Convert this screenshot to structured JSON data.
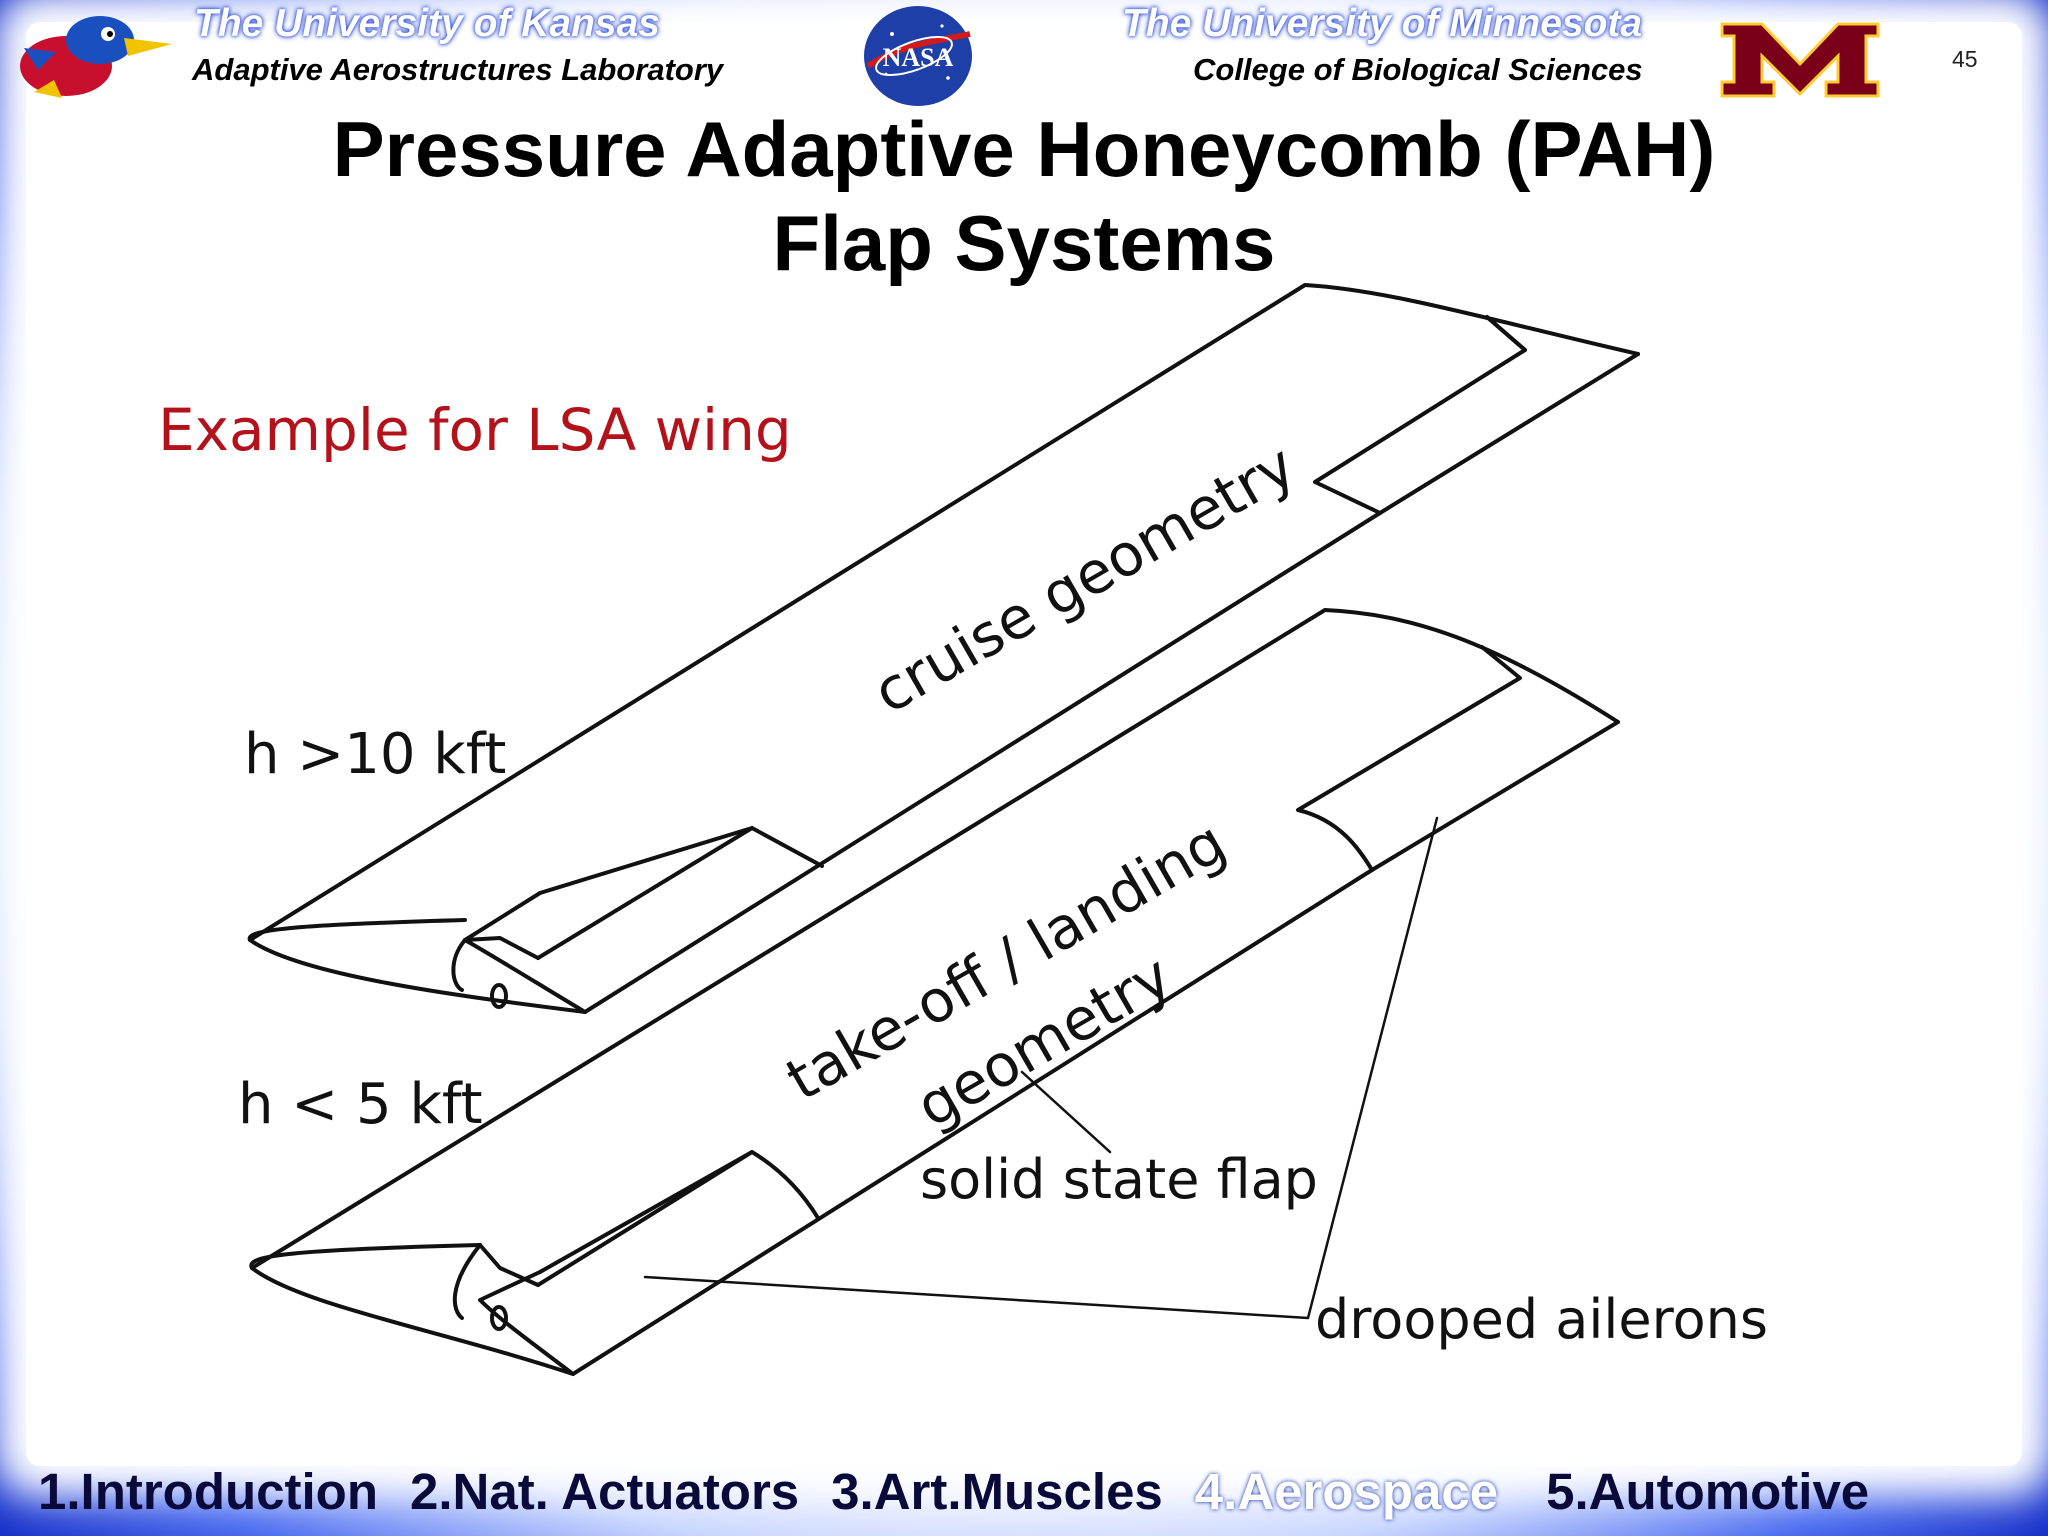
{
  "header": {
    "left_title": "The University of Kansas",
    "left_subtitle": "Adaptive Aerostructures Laboratory",
    "right_title": "The University of Minnesota",
    "right_subtitle": "College of Biological Sciences",
    "center_logo_text": "NASA",
    "slide_number": "45"
  },
  "title": {
    "line1": "Pressure Adaptive Honeycomb (PAH)",
    "line2": "Flap Systems"
  },
  "subtitle": "Example for LSA wing",
  "labels": {
    "cruise": "cruise geometry",
    "takeoff_line1": "take-off / landing",
    "takeoff_line2": "geometry",
    "high_alt": "h >10 kft",
    "low_alt": "h < 5 kft",
    "solid_flap": "solid state flap",
    "drooped": "drooped ailerons"
  },
  "colors": {
    "frame": "#1c3fd0",
    "subtitle": "#b3121a",
    "minnesota_maroon": "#7a0019",
    "minnesota_gold": "#ffcc33"
  },
  "nav": [
    {
      "label": "1.Introduction",
      "active": false
    },
    {
      "label": "2.Nat. Actuators",
      "active": false
    },
    {
      "label": "3.Art.Muscles",
      "active": false
    },
    {
      "label": "4.Aerospace",
      "active": true
    },
    {
      "label": "5.Automotive",
      "active": false
    }
  ]
}
